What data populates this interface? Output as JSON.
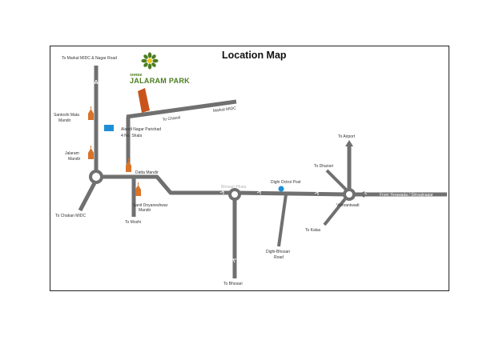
{
  "title": "Location Map",
  "brand": {
    "line1": "SHREE",
    "line2": "JALARAM PARK"
  },
  "labels": {
    "markal_nagar_road": "To Markal MIDC & Nagar Road",
    "santoshi_mata": [
      "Santoshi Mata",
      "Mandir"
    ],
    "jalaram_mandir": [
      "Jalaram",
      "Mandir"
    ],
    "alandi_parishad": [
      "Alandi Nagar Parishad",
      "4 No. Shala"
    ],
    "to_charoli": "To Charoli",
    "markal_midc": "Markal MIDC",
    "to_chakan": "To Chakan MIDC",
    "datta_mandir": "Datta Mandir",
    "sanit_dnyaneshwar": [
      "Sanit Dnyaneshwar",
      "Mandir"
    ],
    "to_moshi": "To Moshi",
    "bhosari_phata": "Bhosari Phata",
    "dighi_octroi": "Dighi Octroi Post",
    "to_bhosari": "To Bhosari",
    "dighi_bhosari_road": [
      "Dighi-Bhosari",
      "Road"
    ],
    "to_airport": "To Airport",
    "to_dhanori": "To Dhanori",
    "to_kalas": "To Kalas",
    "vishrantwadi": "Vishrantwadi",
    "from_yerawada": "From Yerawada / Shivajinagar"
  },
  "colors": {
    "road": "#707070",
    "temple": "#d9732a",
    "building": "#c8541c",
    "school": "#1e8fd6",
    "brand": "#4a7d1e"
  }
}
